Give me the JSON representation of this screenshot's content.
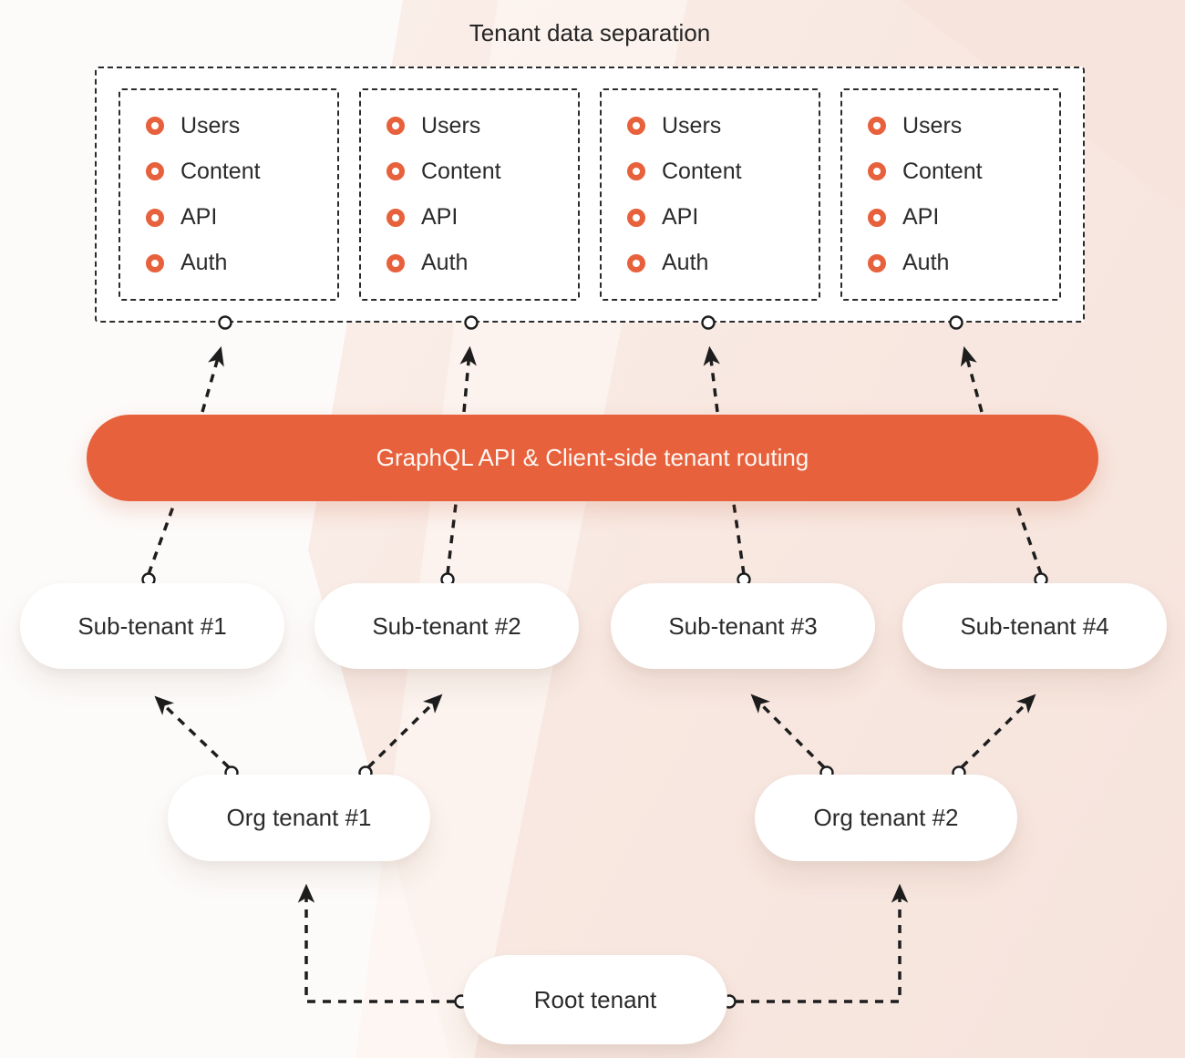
{
  "title": "Tenant data separation",
  "accent_color": "#E7623C",
  "banner": {
    "label": "GraphQL API & Client-side tenant routing"
  },
  "tenant_boxes": [
    {
      "items": [
        "Users",
        "Content",
        "API",
        "Auth"
      ]
    },
    {
      "items": [
        "Users",
        "Content",
        "API",
        "Auth"
      ]
    },
    {
      "items": [
        "Users",
        "Content",
        "API",
        "Auth"
      ]
    },
    {
      "items": [
        "Users",
        "Content",
        "API",
        "Auth"
      ]
    }
  ],
  "sub_tenants": [
    {
      "label": "Sub-tenant #1"
    },
    {
      "label": "Sub-tenant #2"
    },
    {
      "label": "Sub-tenant #3"
    },
    {
      "label": "Sub-tenant #4"
    }
  ],
  "org_tenants": [
    {
      "label": "Org tenant #1"
    },
    {
      "label": "Org tenant #2"
    }
  ],
  "root_tenant": {
    "label": "Root tenant"
  }
}
